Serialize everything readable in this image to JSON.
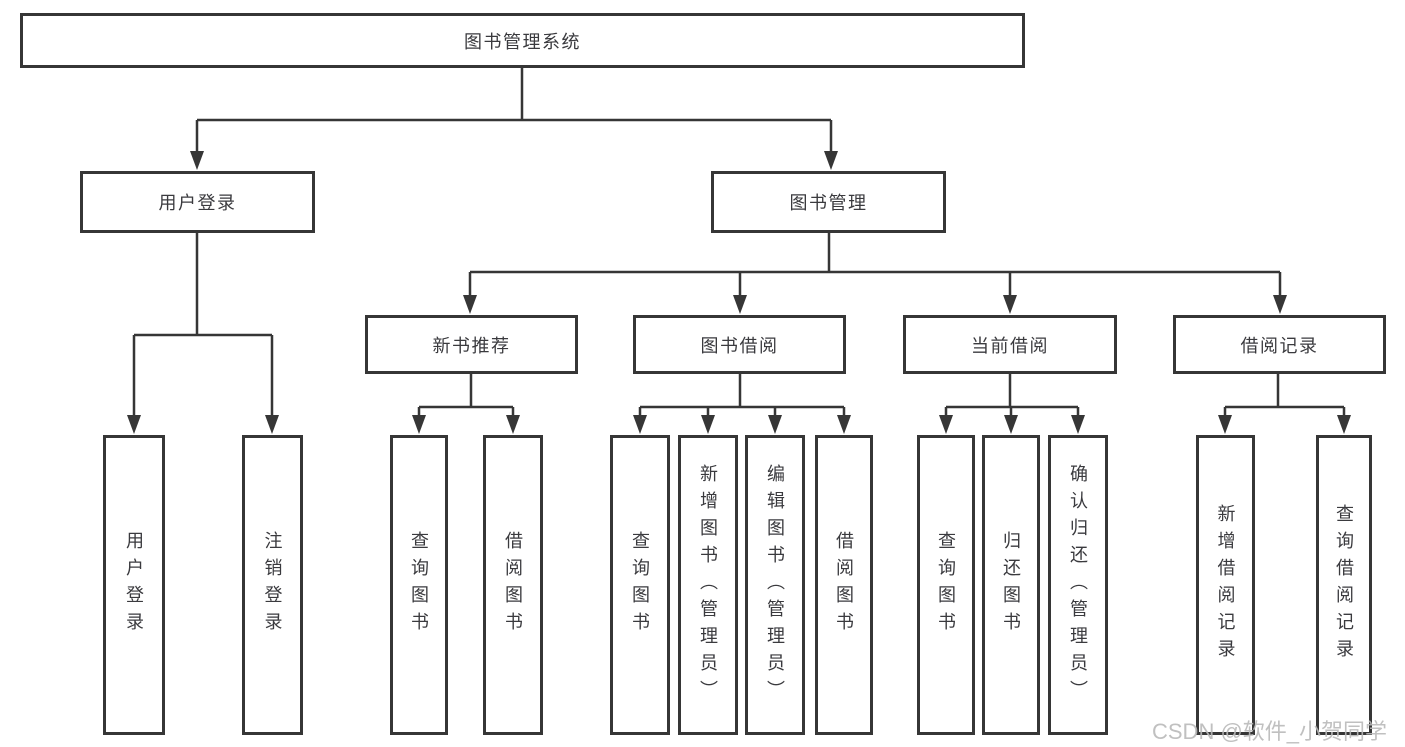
{
  "diagram": {
    "type": "function-structure-tree",
    "tree": {
      "root": {
        "label": "图书管理系统"
      },
      "branches": [
        {
          "label": "用户登录",
          "children": [
            {
              "label": "用户登录"
            },
            {
              "label": "注销登录"
            }
          ]
        },
        {
          "label": "图书管理",
          "children": [
            {
              "label": "新书推荐",
              "children": [
                {
                  "label": "查询图书"
                },
                {
                  "label": "借阅图书"
                }
              ]
            },
            {
              "label": "图书借阅",
              "children": [
                {
                  "label": "查询图书"
                },
                {
                  "label": "新增图书（管理员）"
                },
                {
                  "label": "编辑图书（管理员）"
                },
                {
                  "label": "借阅图书"
                }
              ]
            },
            {
              "label": "当前借阅",
              "children": [
                {
                  "label": "查询图书"
                },
                {
                  "label": "归还图书"
                },
                {
                  "label": "确认归还（管理员）"
                }
              ]
            },
            {
              "label": "借阅记录",
              "children": [
                {
                  "label": "新增借阅记录"
                },
                {
                  "label": "查询借阅记录"
                }
              ]
            }
          ]
        }
      ]
    },
    "colors": {
      "line": "#363636",
      "box_border": "#363636",
      "text": "#3a3a3e",
      "background": "#ffffff",
      "watermark": "#b9b9b9"
    }
  },
  "watermark": "CSDN @软件_小贺同学"
}
